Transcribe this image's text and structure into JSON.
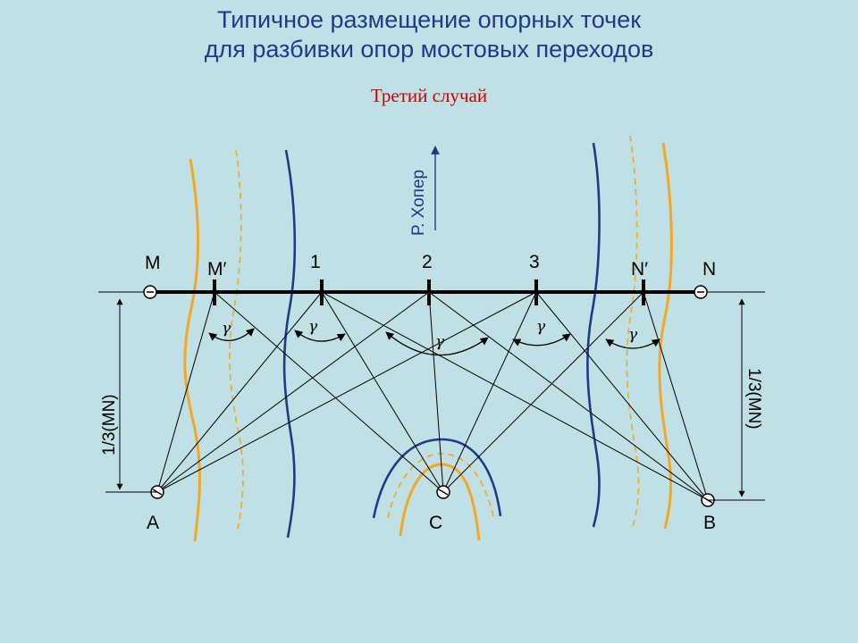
{
  "title_line1": "Типичное размещение опорных точек",
  "title_line2": "для разбивки опор мостовых переходов",
  "subtitle": "Третий случай",
  "river_label": "Р. Хопер",
  "points": {
    "M": "M",
    "M_prime": "M′",
    "p1": "1",
    "p2": "2",
    "p3": "3",
    "N_prime": "N′",
    "N": "N",
    "A": "A",
    "C": "C",
    "B": "B"
  },
  "angle_symbol": "γ",
  "dimension_left": "1/3(MN)",
  "dimension_right": "1/3(MN)",
  "colors": {
    "background": "#bfe0e4",
    "title": "#1f3a8a",
    "subtitle": "#cc0000",
    "bank": "#f5a623",
    "water": "#1f3a8a"
  }
}
